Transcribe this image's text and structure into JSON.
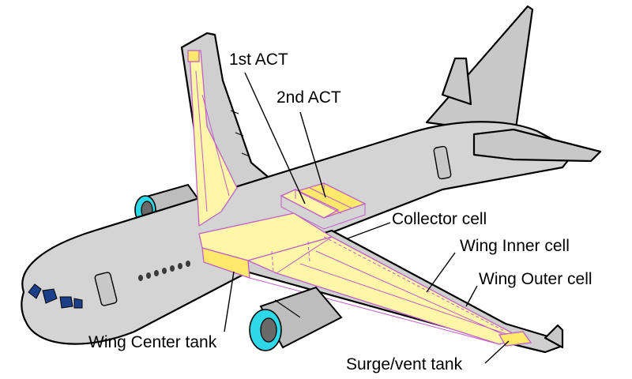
{
  "diagram": {
    "labels": {
      "act1": "1st ACT",
      "act2": "2nd ACT",
      "collector": "Collector cell",
      "wing_inner": "Wing Inner cell",
      "wing_outer": "Wing Outer cell",
      "wing_center": "Wing Center tank",
      "surge_vent": "Surge/vent tank"
    },
    "colors": {
      "fuselage": "#d4d4d4",
      "tank_fill": "#fff6a8",
      "tank_outline": "#c060c8",
      "engine_intake": "#2fd8e8",
      "cockpit_window": "#1c3f8a"
    }
  }
}
